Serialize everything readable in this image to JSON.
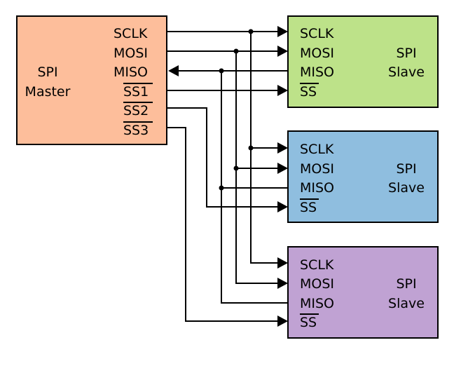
{
  "colors": {
    "master": "#fdbe9b",
    "slave1": "#bde289",
    "slave2": "#8fbedf",
    "slave3": "#c0a2d3"
  },
  "master": {
    "title_line1": "SPI",
    "title_line2": "Master",
    "pins": [
      "SCLK",
      "MOSI",
      "MISO",
      "SS1",
      "SS2",
      "SS3"
    ]
  },
  "slaves": [
    {
      "title_line1": "SPI",
      "title_line2": "Slave",
      "pins": [
        "SCLK",
        "MOSI",
        "MISO",
        "SS"
      ]
    },
    {
      "title_line1": "SPI",
      "title_line2": "Slave",
      "pins": [
        "SCLK",
        "MOSI",
        "MISO",
        "SS"
      ]
    },
    {
      "title_line1": "SPI",
      "title_line2": "Slave",
      "pins": [
        "SCLK",
        "MOSI",
        "MISO",
        "SS"
      ]
    }
  ]
}
